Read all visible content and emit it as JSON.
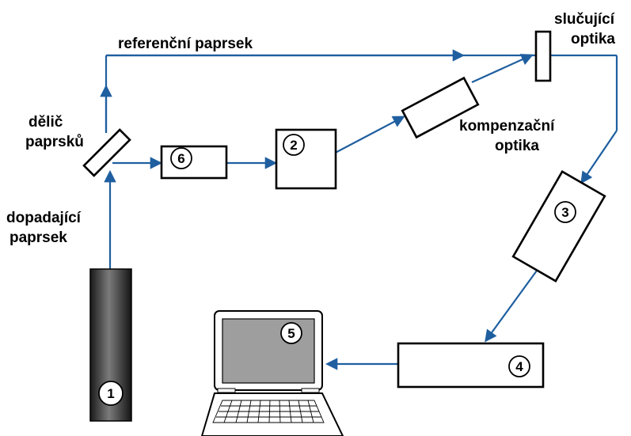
{
  "labels": {
    "reference_beam": "referenční paprsek",
    "beam_splitter": [
      "dělič",
      "paprsků"
    ],
    "combining_optics": [
      "slučující",
      "optika"
    ],
    "compensation_optics": [
      "kompenzační",
      "optika"
    ],
    "incident_beam": [
      "dopadající",
      "paprsek"
    ]
  },
  "markers": [
    "1",
    "2",
    "3",
    "4",
    "5",
    "6"
  ],
  "colors": {
    "beam": "#1f5fa0",
    "outline": "#000000",
    "screen": "#9e9e9e"
  }
}
